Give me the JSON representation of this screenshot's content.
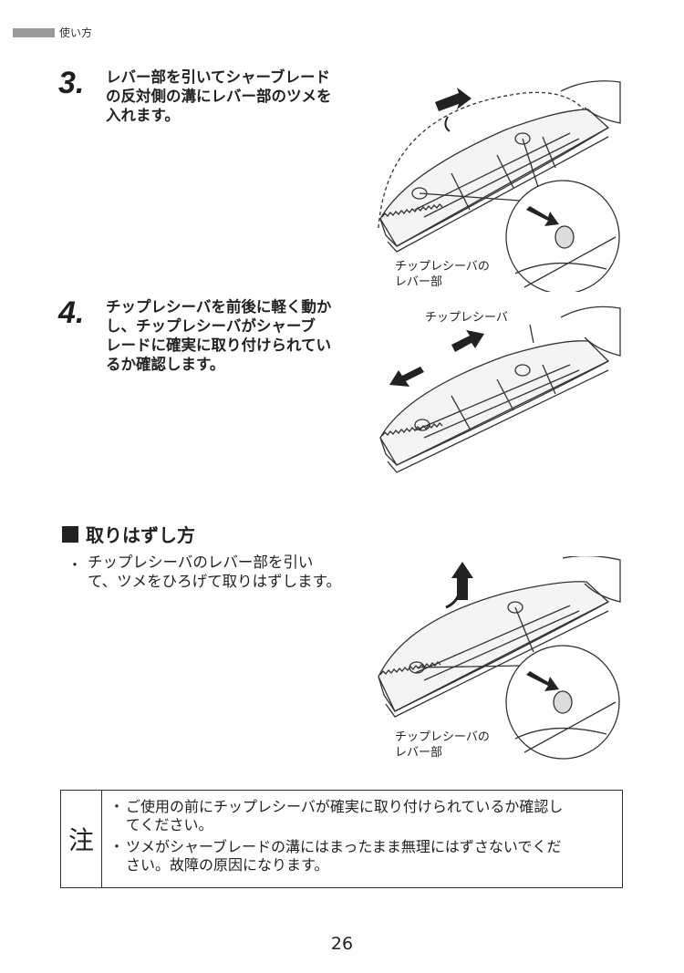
{
  "header": {
    "section": "使い方"
  },
  "steps": [
    {
      "number": "3.",
      "lines": [
        "レバー部を引いてシャーブレード",
        "の反対側の溝にレバー部のツメを",
        "入れます。"
      ]
    },
    {
      "number": "4.",
      "lines": [
        "チップレシーバを前後に軽く動か",
        "し、チップレシーバがシャーブ",
        "レードに確実に取り付けられてい",
        "るか確認します。"
      ]
    }
  ],
  "callouts": {
    "step3": [
      "チップレシーバの",
      "レバー部"
    ],
    "step4": [
      "チップレシーバ"
    ],
    "removal": [
      "チップレシーバの",
      "レバー部"
    ]
  },
  "removal": {
    "title": "取りはずし方",
    "bullet": "・",
    "lines": [
      "チップレシーバのレバー部を引い",
      "て、ツメをひろげて取りはずします。"
    ]
  },
  "notice": {
    "label": "注",
    "bullet": "・",
    "items": [
      [
        "ご使用の前にチップレシーバが確実に取り付けられているか確認し",
        "てください。"
      ],
      [
        "ツメがシャーブレードの溝にはまったまま無理にはずさないでくだ",
        "さい。故障の原因になります。"
      ]
    ]
  },
  "page_number": "26"
}
